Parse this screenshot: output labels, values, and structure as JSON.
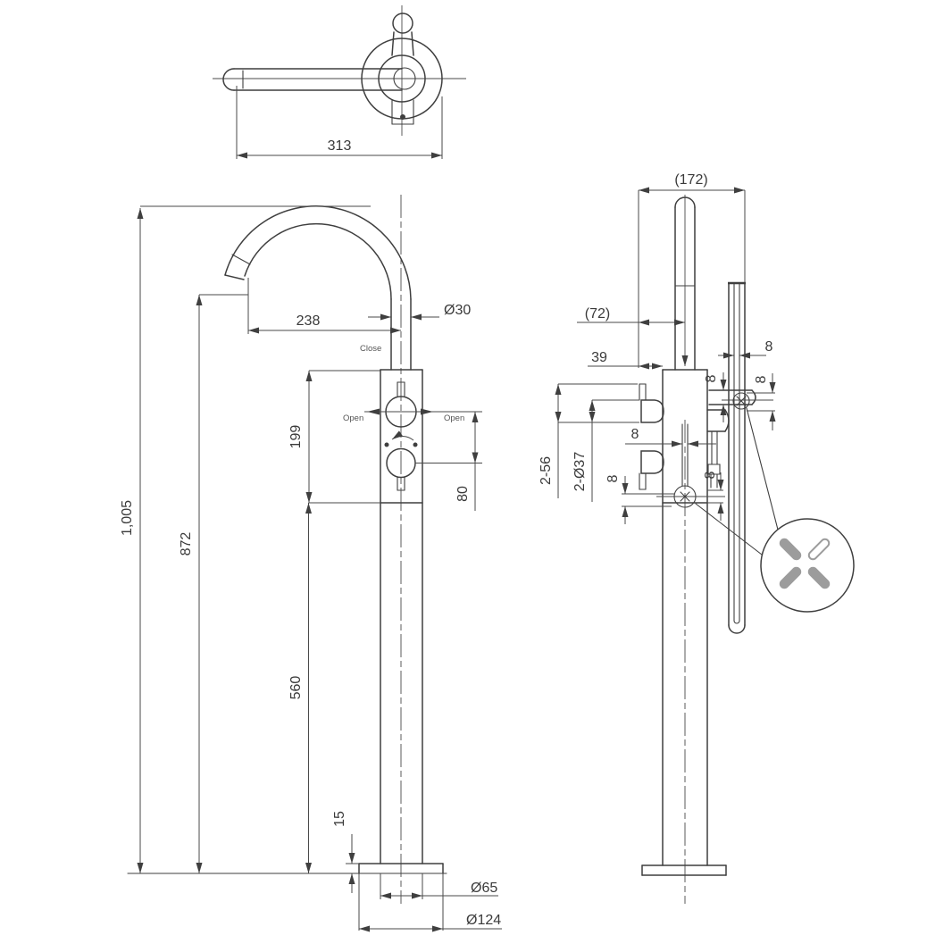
{
  "drawing": {
    "colors": {
      "line": "#3f3f3f",
      "dimension": "#4a4a4a",
      "detail_fill": "#9c9c9c",
      "background": "#ffffff"
    },
    "top_view": {
      "width": "313"
    },
    "front_view": {
      "overall_height": "1,005",
      "spout_height": "872",
      "valve_bottom_height": "560",
      "body_length": "199",
      "handle_spacing": "80",
      "spout_reach": "238",
      "spout_diameter": "Ø30",
      "base_plate_height": "15",
      "column_diameter": "Ø65",
      "base_diameter": "Ø124",
      "close_label": "Close",
      "open_left_label": "Open",
      "open_right_label": "Open"
    },
    "side_view": {
      "overall_depth": "(172)",
      "spout_axis_offset": "(72)",
      "body_offset": "39",
      "small_dim": "8",
      "handles_length": "2-56",
      "handles_diameter": "2-Ø37"
    }
  }
}
